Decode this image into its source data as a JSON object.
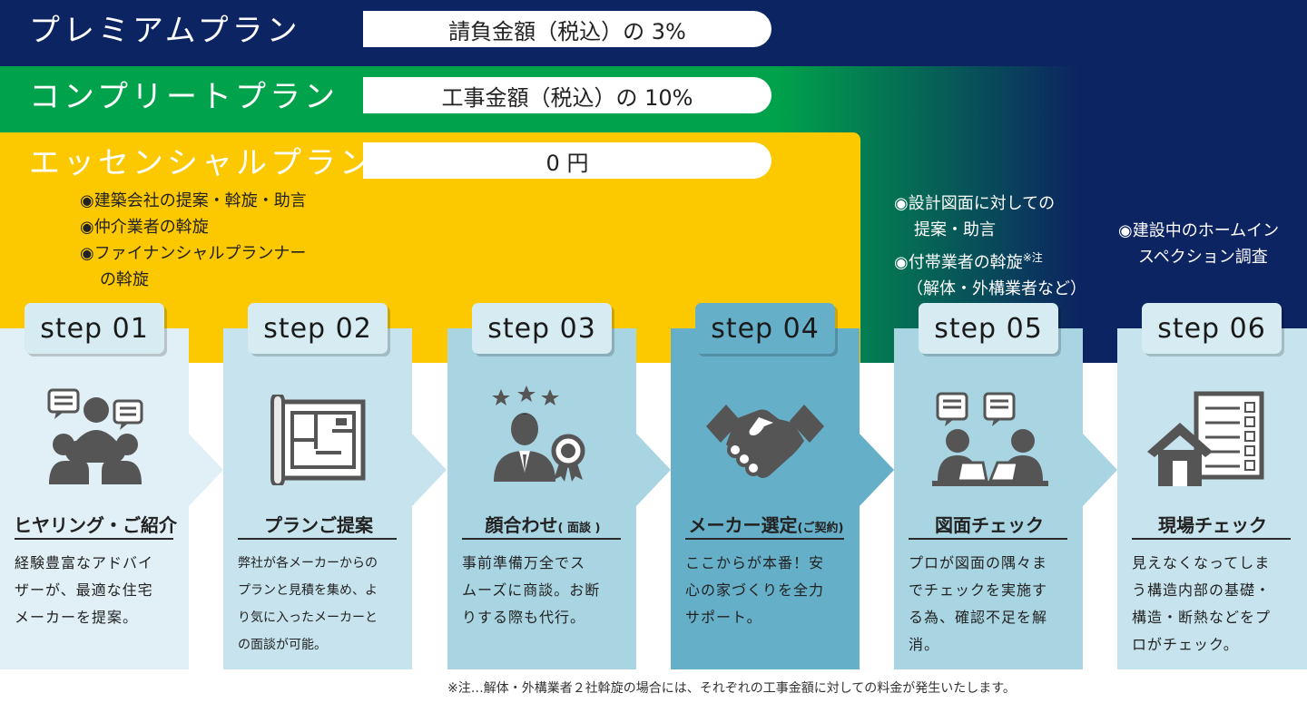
{
  "plans": {
    "premium": {
      "name": "プレミアムプラン",
      "price": "請負金額（税込）の 3%",
      "color": "#0c2461",
      "features": [
        "◉建設中のホームイン",
        "スペクション調査"
      ]
    },
    "complete": {
      "name": "コンプリートプラン",
      "price": "工事金額（税込）の 10%",
      "color": "#00a24b",
      "features": [
        "◉設計図面に対しての",
        "提案・助言",
        "◉付帯業者の斡旋",
        "※注",
        "（解体・外構業者など）"
      ]
    },
    "essential": {
      "name": "エッセンシャルプラン",
      "price": "0 円",
      "color": "#fcc800",
      "features": [
        "◉建築会社の提案・斡旋・助言",
        "◉仲介業者の斡旋",
        "◉ファイナンシャルプランナー",
        "の斡旋"
      ]
    }
  },
  "steps": [
    {
      "label": "step  01",
      "title": "ヒヤリング・ご紹介",
      "title_note": "",
      "desc": [
        "経験豊富なアドバイ",
        "ザーが、最適な住宅",
        "メーカーを提案。"
      ],
      "icon": "people-meeting-icon",
      "bg": "#e1f0f6"
    },
    {
      "label": "step  02",
      "title": "プランご提案",
      "title_note": "",
      "desc": [
        "弊社が各メーカーからの",
        "プランと見積を集め、よ",
        "り気に入ったメーカーと",
        "の面談が可能。"
      ],
      "icon": "floor-plan-icon",
      "bg": "#c7e4ee"
    },
    {
      "label": "step  03",
      "title": "顔合わせ",
      "title_note": "( 面談 )",
      "desc": [
        "事前準備万全でス",
        "ムーズに商談。お断",
        "りする際も代行。"
      ],
      "icon": "businessman-icon",
      "bg": "#a9d5e3"
    },
    {
      "label": "step  04",
      "title": "メーカー選定",
      "title_note": "(ご契約)",
      "desc": [
        "ここからが本番！安",
        "心の家づくりを全力",
        "サポート。"
      ],
      "icon": "handshake-icon",
      "bg": "#66afc8"
    },
    {
      "label": "step  05",
      "title": "図面チェック",
      "title_note": "",
      "desc": [
        "プロが図面の隅々ま",
        "でチェックを実施す",
        "る為、確認不足を解",
        "消。"
      ],
      "icon": "discussion-icon",
      "bg": "#a9d5e3"
    },
    {
      "label": "step  06",
      "title": "現場チェック",
      "title_note": "",
      "desc": [
        "見えなくなってしま",
        "う構造内部の基礎・",
        "構造・断熱などをプ",
        "ロがチェック。"
      ],
      "icon": "house-checklist-icon",
      "bg": "#c7e4ee"
    }
  ],
  "footnote": "※注…解体・外構業者２社斡旋の場合には、それぞれの工事金額に対しての料金が発生いたします。"
}
